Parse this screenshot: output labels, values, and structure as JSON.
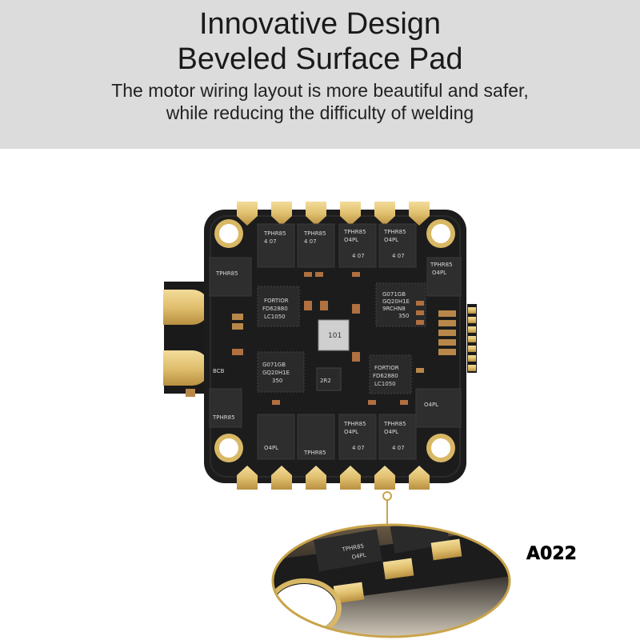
{
  "heading": {
    "line1": "Innovative Design",
    "line2": "Beveled Surface Pad"
  },
  "description": {
    "line1": "The motor wiring layout is more beautiful and safer,",
    "line2": "while reducing the difficulty of welding"
  },
  "chips": {
    "mosfet_line1": "TPHR85",
    "mosfet_line2": "O4PL",
    "mosfet_code": "4 07",
    "driver_brand": "FORTIOR",
    "driver_model": "FD62880",
    "driver_code": "LC1050",
    "mcu_line1": "G071GB",
    "mcu_line2": "GQ20H1E",
    "mcu_line3": "9RCHN8",
    "mcu_line4": "350",
    "inductor_top": "101",
    "inductor_bottom": "2R2",
    "label_bcb": "BCB"
  },
  "badge": "A022",
  "colors": {
    "banner": "#dcdcdc",
    "pcb": "#1c1c1c",
    "pad_gold": "#e3c478",
    "callout": "#c9a44a"
  }
}
